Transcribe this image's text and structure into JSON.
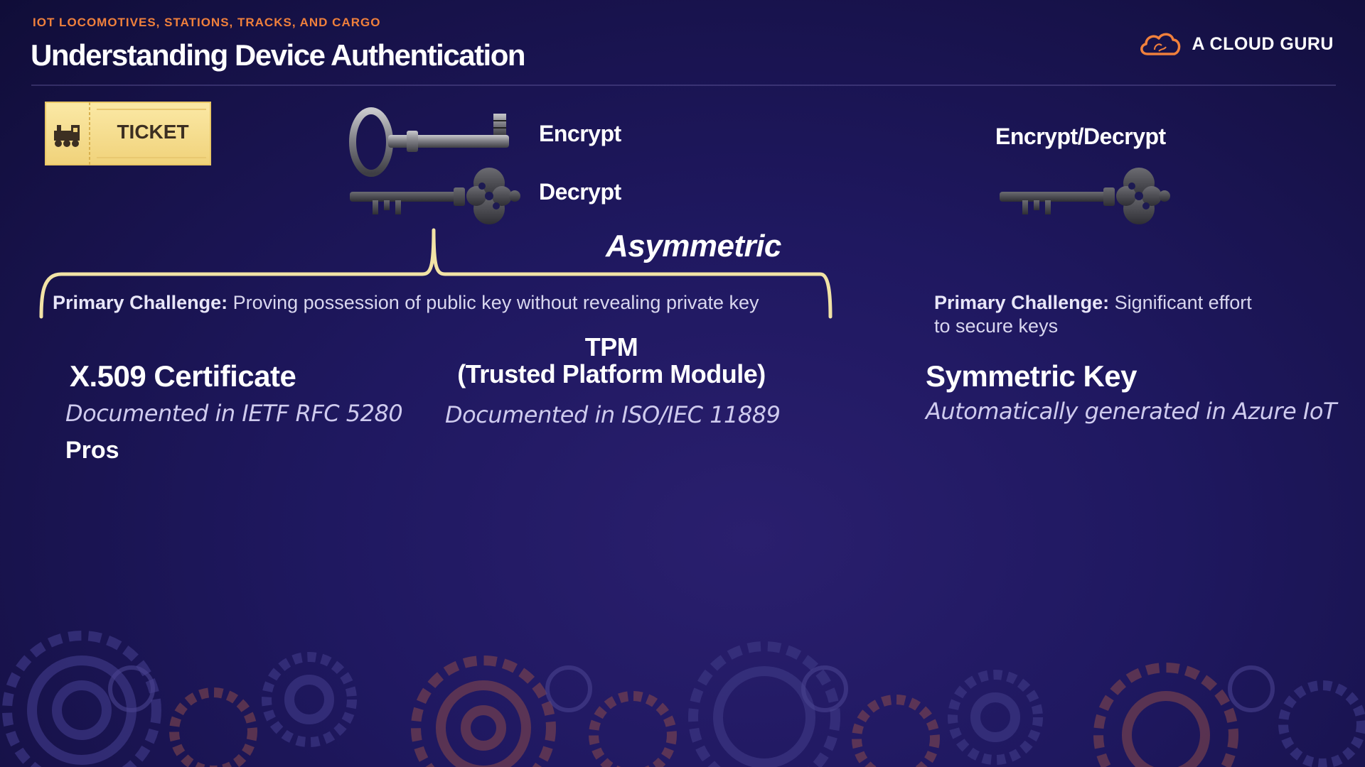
{
  "header": {
    "breadcrumb": "IOT LOCOMOTIVES, STATIONS, TRACKS, AND CARGO",
    "title": "Understanding Device Authentication"
  },
  "brand": {
    "name": "A CLOUD GURU",
    "icon": "cloud-icon",
    "accent_color": "#f0803c"
  },
  "ticket": {
    "label": "TICKET",
    "icon": "locomotive-icon",
    "color": "#f7dc8c"
  },
  "asymmetric": {
    "encrypt_label": "Encrypt",
    "decrypt_label": "Decrypt",
    "section_label": "Asymmetric",
    "challenge_label": "Primary Challenge:",
    "challenge_text": "Proving possession of public key without revealing private key",
    "brace_color": "#f2e3a6"
  },
  "symmetric": {
    "key_label": "Encrypt/Decrypt",
    "challenge_label": "Primary Challenge:",
    "challenge_text_line1": "Significant effort",
    "challenge_text_line2": "to secure keys"
  },
  "methods": {
    "x509": {
      "title": "X.509 Certificate",
      "doc": "Documented in IETF RFC 5280",
      "pros_label": "Pros"
    },
    "tpm": {
      "title_line1": "TPM",
      "title_line2": "(Trusted Platform Module)",
      "doc": "Documented in ISO/IEC 11889"
    },
    "symmetric_key": {
      "title": "Symmetric Key",
      "doc": "Automatically generated in Azure IoT"
    }
  },
  "decor": {
    "gear_color": "#3a3480",
    "gear_accent_color": "#8a4a4a"
  }
}
